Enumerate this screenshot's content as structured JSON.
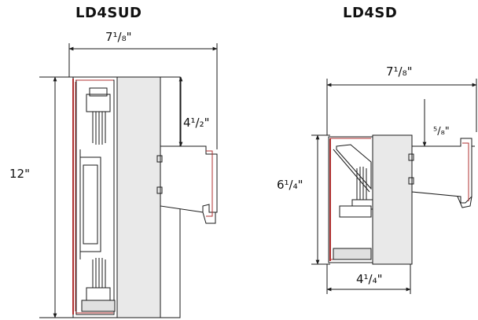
{
  "drawings": [
    {
      "title": "LD4SUD",
      "dimensions": {
        "overall_width": "7¹/₈\"",
        "height": "12\"",
        "bracket_drop": "4¹/₂\""
      }
    },
    {
      "title": "LD4SD",
      "dimensions": {
        "overall_width": "7¹/₈\"",
        "height": "6¹/₄\"",
        "bottom_width": "4¹/₄\"",
        "offset": "⁵/₈\""
      }
    }
  ],
  "colors": {
    "line": "#1a1a1a",
    "accent": "#b03030",
    "fill": "#e9e9e9"
  }
}
